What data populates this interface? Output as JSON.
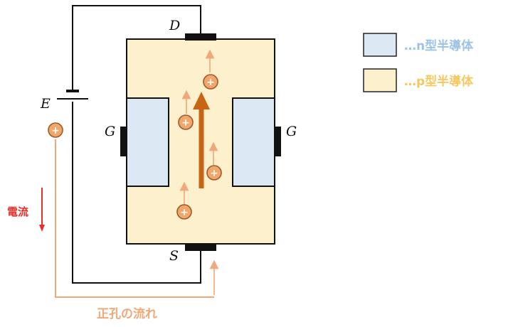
{
  "terminals": {
    "drain": "D",
    "source": "S",
    "gate_left": "G",
    "gate_right": "G",
    "battery": "E"
  },
  "hole_symbol": "+",
  "legend": {
    "n_label": "…n型半導体",
    "p_label": "…p型半導体"
  },
  "labels": {
    "current": "電流",
    "hole_flow": "正孔の流れ"
  },
  "colors": {
    "p_region": "#fdf0cc",
    "n_region": "#dce8f4",
    "hole_fill": "#f2a66a",
    "hole_stroke": "#9a5c2a",
    "small_arrow": "#f0a87a",
    "big_arrow": "#c86414",
    "current_red": "#e8302a",
    "hole_flow_text": "#f2a978",
    "legend_n_text": "#9dc3e6",
    "legend_p_text": "#f7c862"
  }
}
